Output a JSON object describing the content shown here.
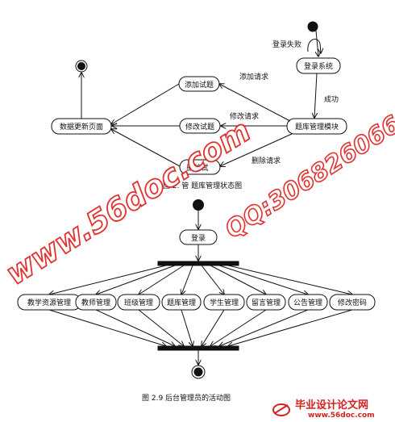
{
  "state_diagram": {
    "states": {
      "login_system": "登录系统",
      "question_bank_module": "题库管理模块",
      "add_question": "添加试题",
      "edit_question": "修改试题",
      "delete_question": "删除试",
      "data_update_page": "数据更新页面"
    },
    "transitions": {
      "login_failed": "登录失败",
      "success": "成功",
      "add_request": "添加请求",
      "edit_request": "修改请求",
      "delete_request": "删除请求"
    },
    "caption": "图 2.  管 题库管理状态图"
  },
  "activity_diagram": {
    "login": "登录",
    "activities": [
      "教学资源管理",
      "教师管理",
      "班级管理",
      "题库管理",
      "学生管理",
      "留言管理",
      "公告管理",
      "修改密码"
    ],
    "caption": "图 2.9  后台管理员的活动图"
  },
  "watermark": {
    "site": "www.56doc.com",
    "qq": "QQ:306826066",
    "logo_title": "毕业设计论文网",
    "logo_url": "www.56doc.com"
  },
  "colors": {
    "line": "#111111",
    "watermark_red": "#e0201e",
    "logo_red": "#d71f1f"
  }
}
